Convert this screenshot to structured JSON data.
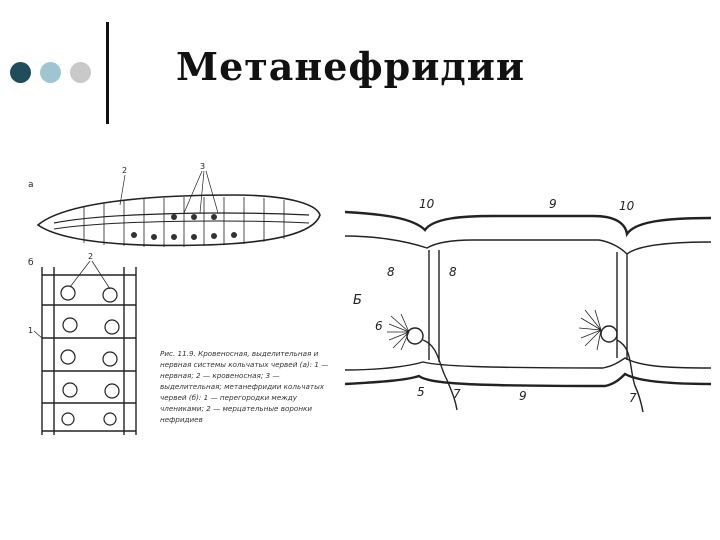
{
  "slide": {
    "title": "Метанефридии",
    "bullet_colors": [
      "#1f4e5a",
      "#9fc6d0",
      "#c9c9c9"
    ]
  },
  "figure_left": {
    "panel_a_label": "а",
    "panel_b_label": "б",
    "label_1": "1",
    "label_2": "2",
    "label_3": "3",
    "caption": "Рис. 11.9. Кровеносная, выделительная и нервная системы кольчатых червей (а): 1 — нервная; 2 — кровеносная; 3 — выделительная; метанефридии кольчатых червей (б): 1 — перегородки между члениками; 2 — мерцательные воронки нефридиев"
  },
  "figure_right": {
    "label_10a": "10",
    "label_9a": "9",
    "label_10b": "10",
    "label_8a": "8",
    "label_8b": "8",
    "label_b": "Б",
    "label_6": "6",
    "label_5": "5",
    "label_7a": "7",
    "label_9b": "9",
    "label_7b": "7"
  }
}
